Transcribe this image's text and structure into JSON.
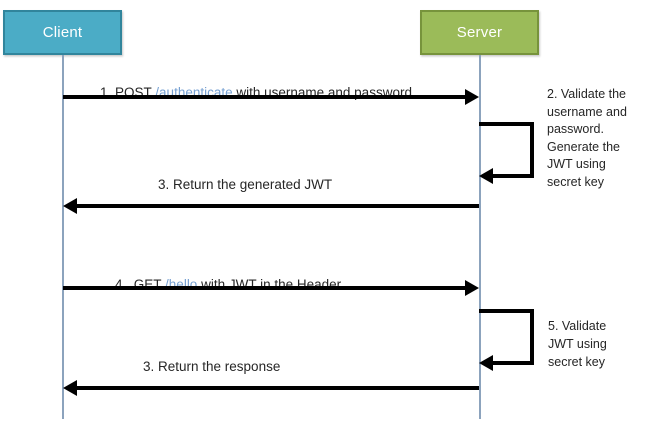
{
  "actors": [
    {
      "label": "Client"
    },
    {
      "label": "Server"
    }
  ],
  "messages": [
    {
      "prefix": "1. POST ",
      "path": "/authenticate",
      "suffix": " with username and password",
      "direction": "client-to-server"
    },
    {
      "text": "3. Return the generated JWT",
      "direction": "server-to-client"
    },
    {
      "prefix": "4.  GET ",
      "path": "/hello",
      "suffix": " with JWT in the Header",
      "direction": "client-to-server"
    },
    {
      "text": "3. Return the response",
      "direction": "server-to-client"
    }
  ],
  "notes": [
    {
      "text": "2. Validate the\nusername and\npassword.\nGenerate the\nJWT using\nsecret key"
    },
    {
      "text": "5. Validate\nJWT using\nsecret key"
    }
  ],
  "colors": {
    "client_fill": "#4BACC6",
    "client_border": "#31859C",
    "server_fill": "#9BBB59",
    "server_border": "#77933C",
    "lifeline": "#8CA3BD",
    "arrow": "#000000",
    "text": "#262626",
    "path_text": "#76A0D2"
  }
}
